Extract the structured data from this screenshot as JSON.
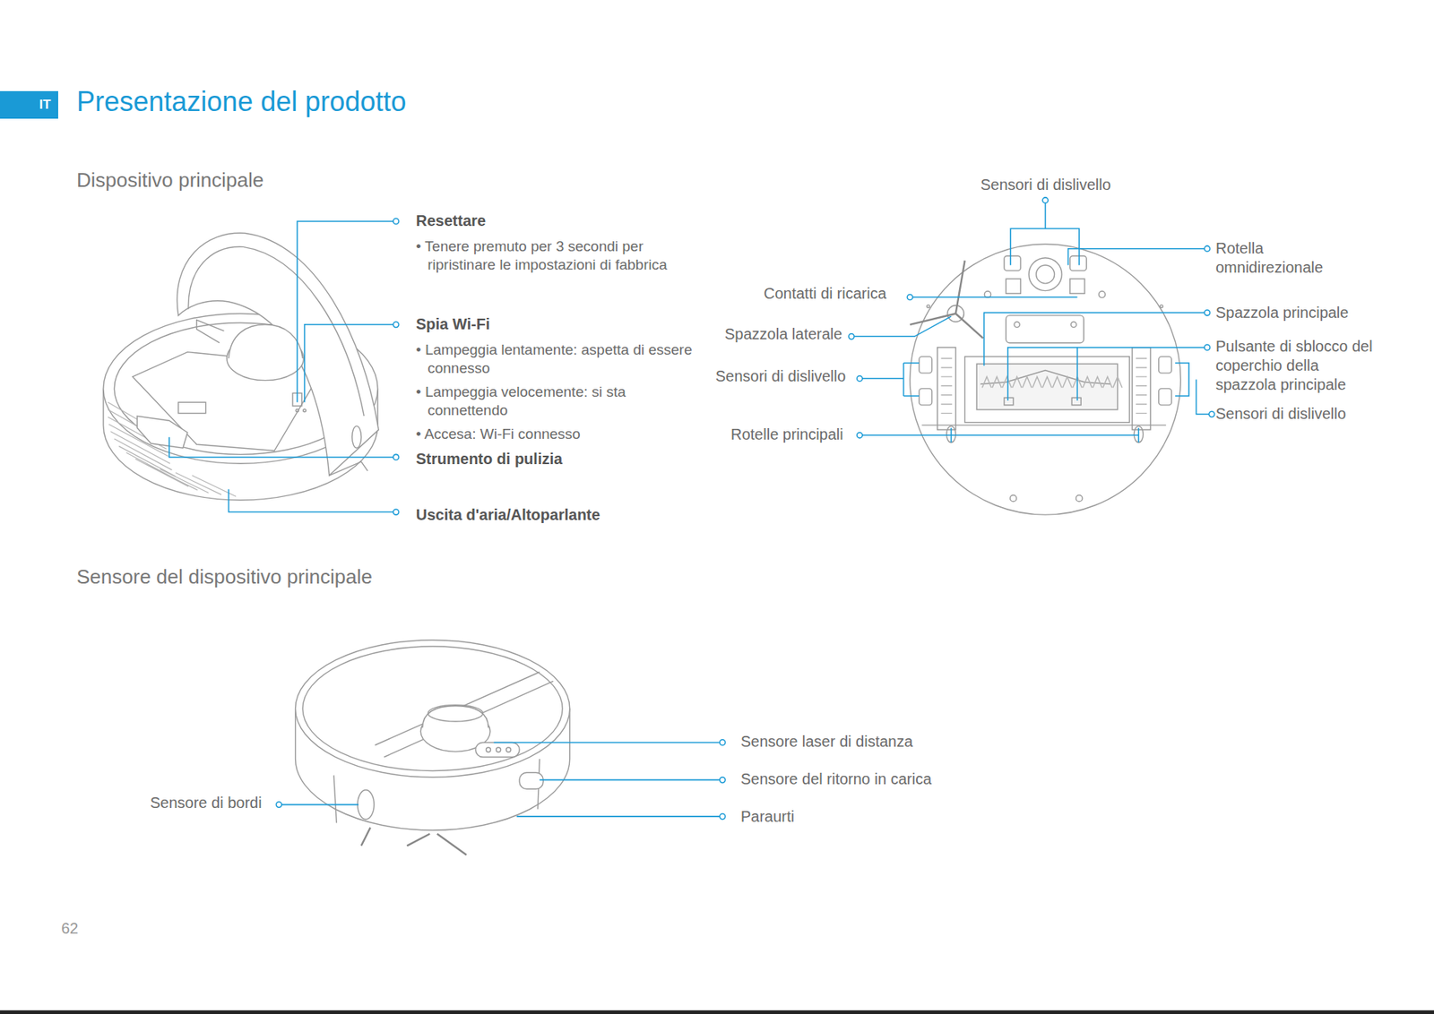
{
  "diagram": {
    "title": "Presentazione del prodotto",
    "nodes": [
      {
        "text": [
          "IT"
        ]
      }
    ],
    "edges": [],
    "labels": [
      "Dispositivo principale",
      "Resettare",
      "• Tenere premuto per 3 secondi per ripristinare le impostazioni di fabbrica",
      "Spia Wi-Fi",
      "• Lampeggia lentamente: aspetta di essere connesso",
      "• Lampeggia velocemente: si sta connettendo",
      "• Accesa: Wi-Fi connesso",
      "Strumento di pulizia",
      "Uscita d'aria/Altoparlante",
      "Sensori di dislivello",
      "Contatti di ricarica",
      "Spazzola laterale",
      "Sensori di dislivello",
      "Rotelle principali",
      "Rotella omnidirezionale",
      "Spazzola principale",
      "Pulsante di sblocco del coperchio della spazzola principale",
      "Sensori di dislivello",
      "Sensore del dispositivo principale",
      "Sensore laser di distanza",
      "Sensore del ritorno in carica",
      "Paraurti",
      "Sensore di bordi",
      "62"
    ]
  }
}
